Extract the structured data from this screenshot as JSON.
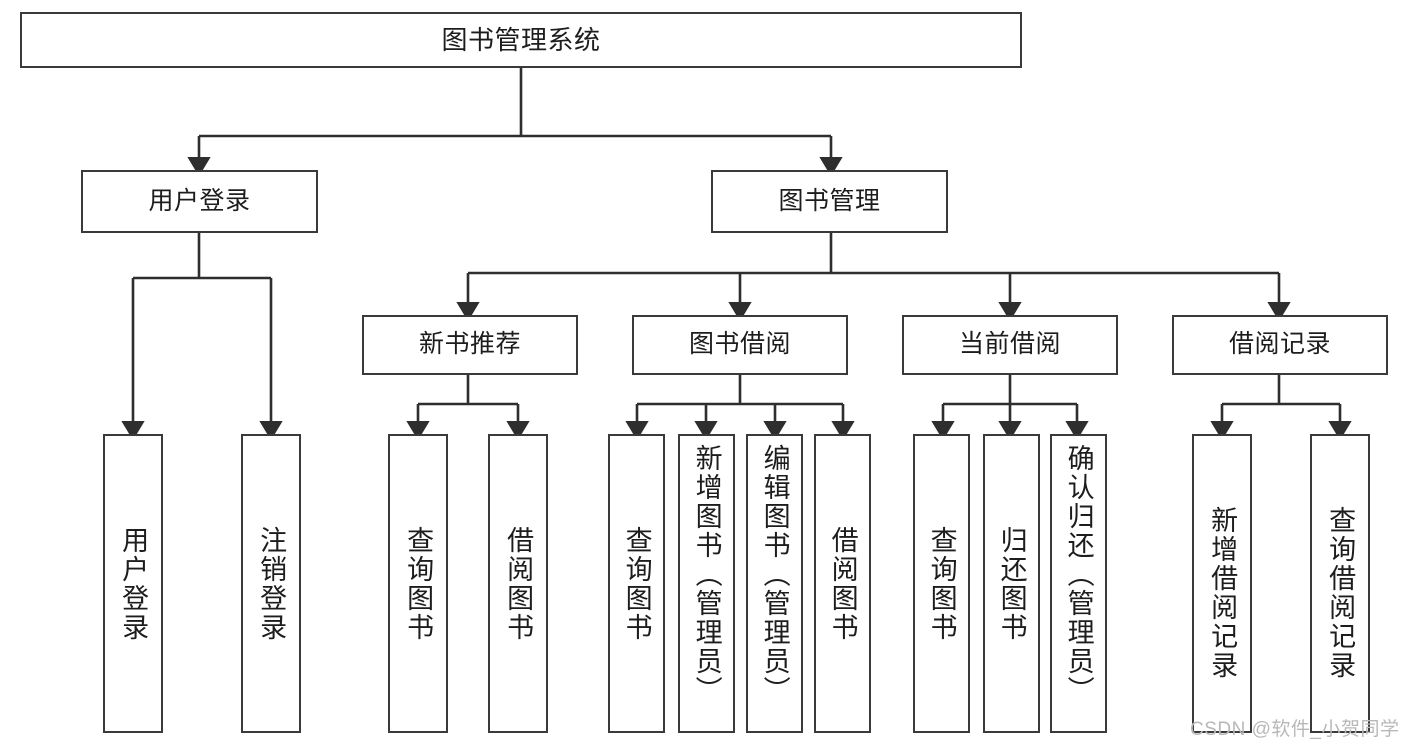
{
  "diagram": {
    "type": "tree-hierarchy-chart",
    "title": "图书管理系统",
    "root": {
      "label": "图书管理系统"
    },
    "level2": [
      {
        "label": "用户登录"
      },
      {
        "label": "图书管理"
      }
    ],
    "level3": [
      {
        "label": "新书推荐"
      },
      {
        "label": "图书借阅"
      },
      {
        "label": "当前借阅"
      },
      {
        "label": "借阅记录"
      }
    ],
    "leaves": {
      "user_login": [
        {
          "label": "用户登录"
        },
        {
          "label": "注销登录"
        }
      ],
      "new_book_recommend": [
        {
          "label": "查询图书"
        },
        {
          "label": "借阅图书"
        }
      ],
      "book_borrow": [
        {
          "label": "查询图书"
        },
        {
          "label": "新增图书（管理员）"
        },
        {
          "label": "编辑图书（管理员）"
        },
        {
          "label": "借阅图书"
        }
      ],
      "current_borrow": [
        {
          "label": "查询图书"
        },
        {
          "label": "归还图书"
        },
        {
          "label": "确认归还（管理员）"
        }
      ],
      "borrow_record": [
        {
          "label": "新增借阅记录"
        },
        {
          "label": "查询借阅记录"
        }
      ]
    },
    "watermark": "CSDN @软件_小贺同学",
    "colors": {
      "stroke": "#3a3a3a",
      "box_fill": "#ffffff",
      "text": "#1d1d1d",
      "watermark": "#b8b8b8",
      "background": "#ffffff"
    }
  }
}
